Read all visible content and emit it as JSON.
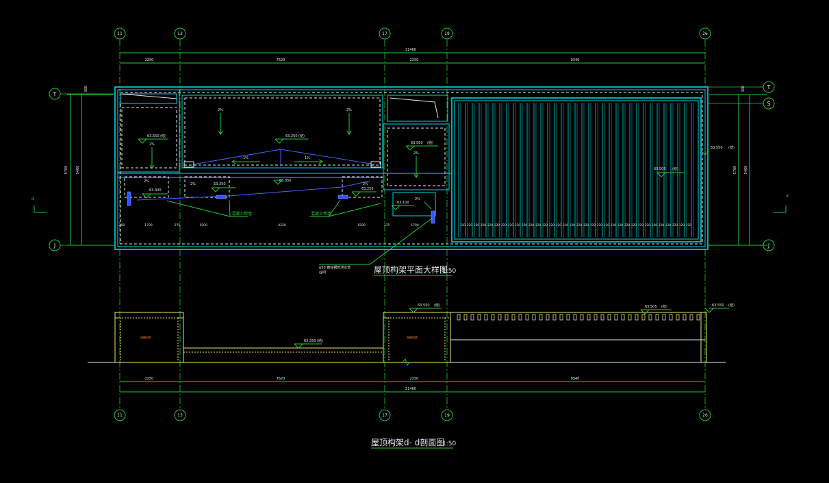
{
  "drawing": {
    "plan_title": "屋顶构架平面大样图",
    "plan_scale": "1:50",
    "section_title": "屋顶构架d- d剖面图",
    "section_scale": "1:50",
    "cut_mark": "d"
  },
  "grid_columns": [
    "11",
    "13",
    "17",
    "19",
    "26"
  ],
  "grid_rows_left": [
    "T",
    "J"
  ],
  "grid_rows_right": [
    "T",
    "S",
    "J"
  ],
  "dims_top": [
    "2250",
    "7620",
    "2250",
    "9340"
  ],
  "dim_total": "21460",
  "dims_bottom": [
    "2250",
    "7620",
    "2250",
    "9340"
  ],
  "dim_total_bottom": "21460",
  "dim_left_height": "5700",
  "dim_left_inner": "5400",
  "dim_right_height": "5700",
  "dim_right_inner": "5400",
  "dim_top_small": "300",
  "dims_plan_lower": [
    "200",
    "1700",
    "275",
    "1500",
    "4220",
    "1500",
    "375",
    "1700"
  ],
  "elevations": {
    "plan_left": "63.550",
    "plan_center": "63.250",
    "plan_right_room": "63.550",
    "plan_pergola": "63.505",
    "plan_pergola_right": "63.550",
    "plan_low_1": "63.300",
    "plan_low_2": "63.350",
    "plan_low_3": "63.250",
    "plan_low_4": "63.100",
    "plan_mid": "63.050",
    "section_right_room": "63.550",
    "section_center": "63.250",
    "section_pergola": "63.505",
    "section_right": "63.550",
    "suffix": "(结)"
  },
  "slopes": [
    "2%",
    "2%",
    "2%",
    "1%",
    "1%",
    "2%",
    "2%",
    "2%",
    "2%",
    "2%"
  ],
  "notes": {
    "drain_a": "混凝土帮墙",
    "drain_b": "混凝土帮墙",
    "leader": "φ50 镀锌钢管泄水管",
    "leader_sub": "@间"
  },
  "section_labels": {
    "room_left": "电梯机房",
    "room_right": "电梯机房"
  },
  "pergola_spacing": "220",
  "colors": {
    "background": "#000000",
    "cyan": "#00d8e8",
    "green": "#22cc33",
    "yellow": "#e8e870",
    "white": "#e8e8e8",
    "blue": "#3355ff",
    "orange": "#ff8833"
  }
}
